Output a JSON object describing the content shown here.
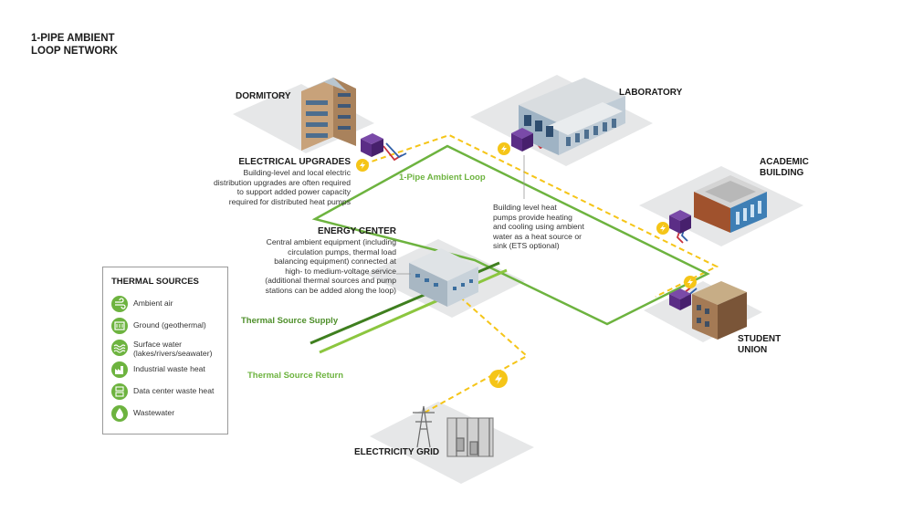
{
  "title_lines": [
    "1-PIPE AMBIENT",
    "LOOP NETWORK"
  ],
  "buildings": {
    "dormitory": "DORMITORY",
    "laboratory": "LABORATORY",
    "academic": [
      "ACADEMIC",
      "BUILDING"
    ],
    "student_union": [
      "STUDENT",
      "UNION"
    ],
    "energy_center": "ENERGY CENTER",
    "electricity_grid": "ELECTRICITY GRID"
  },
  "electrical_upgrades": {
    "title": "ELECTRICAL UPGRADES",
    "lines": [
      "Building-level and local electric",
      "distribution upgrades are often required",
      "to support added power capacity",
      "required for distributed heat pumps"
    ]
  },
  "energy_center_desc": [
    "Central ambient equipment (including",
    "circulation pumps, thermal load",
    "balancing equipment) connected at",
    "high- to medium-voltage service",
    "(additional thermal sources and pump",
    "stations can be added along the loop)"
  ],
  "heat_pump_desc": [
    "Building level heat",
    "pumps provide heating",
    "and cooling using ambient",
    "water as a heat source or",
    "sink (ETS optional)"
  ],
  "loop_label": "1-Pipe Ambient Loop",
  "supply_label": "Thermal Source Supply",
  "return_label": "Thermal Source Return",
  "legend": {
    "title": "THERMAL SOURCES",
    "items": [
      {
        "label": [
          "Ambient air"
        ],
        "icon": "wind-icon"
      },
      {
        "label": [
          "Ground (geothermal)"
        ],
        "icon": "ground-icon"
      },
      {
        "label": [
          "Surface water",
          "(lakes/rivers/seawater)"
        ],
        "icon": "water-waves-icon"
      },
      {
        "label": [
          "Industrial waste heat"
        ],
        "icon": "factory-icon"
      },
      {
        "label": [
          "Data center waste heat"
        ],
        "icon": "server-icon"
      },
      {
        "label": [
          "Wastewater"
        ],
        "icon": "droplet-icon"
      }
    ]
  },
  "colors": {
    "loop_green": "#6db33f",
    "supply_dark_green": "#3f7f1f",
    "electric_yellow": "#f5c518",
    "heat_pump_purple": "#5b2d86",
    "pipe_red": "#c8323c",
    "pipe_blue": "#2f5fa8",
    "ground_gray": "#e6e7e8"
  }
}
